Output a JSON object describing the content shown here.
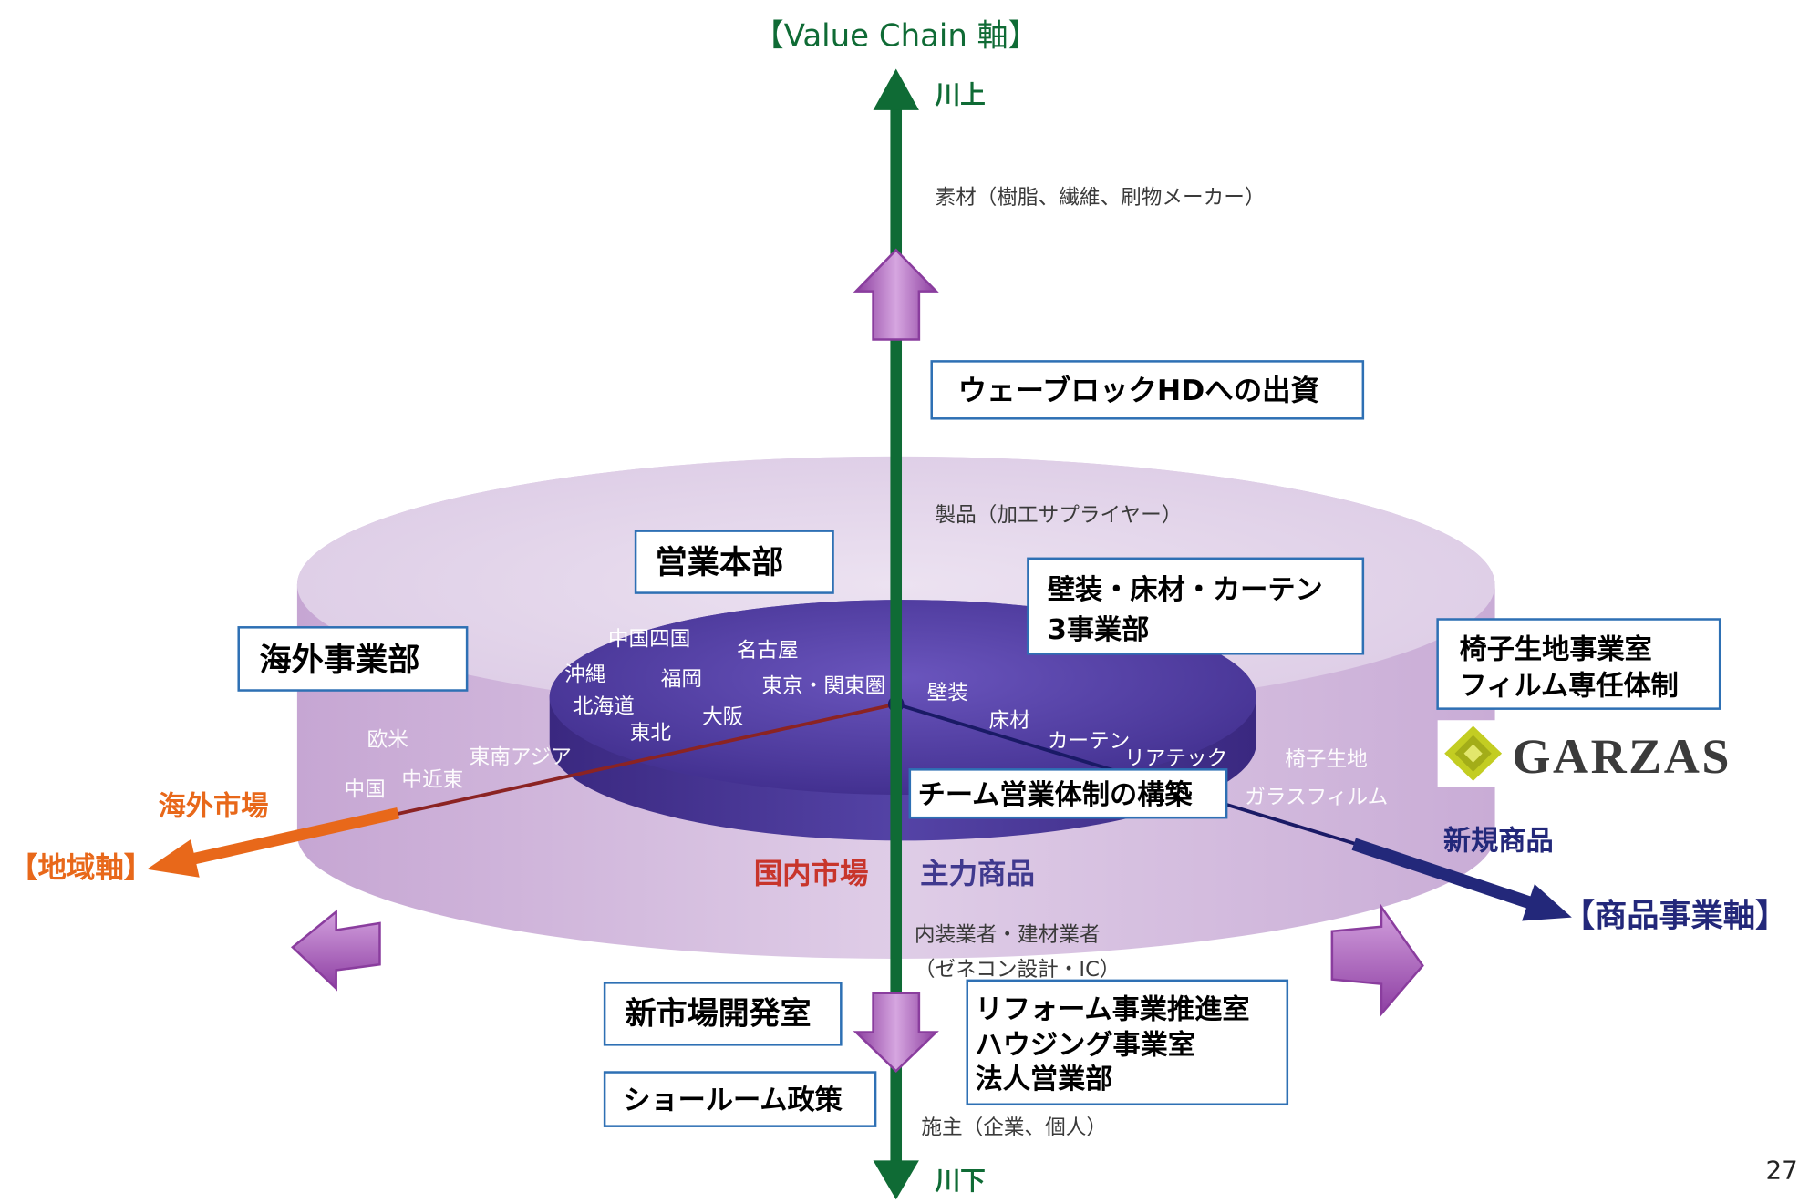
{
  "title": "【Value Chain 軸】",
  "value_chain_axis": {
    "upstream": "川上",
    "downstream": "川下",
    "materials": "素材（樹脂、繊維、刷物メーカー）",
    "products": "製品（加工サプライヤー）",
    "contractors": [
      "内装業者・建材業者",
      "（ゼネコン設計・IC）"
    ],
    "owners": "施主（企業、個人）"
  },
  "region_axis": {
    "name": "【地域軸】",
    "overseas_label": "海外市場",
    "domestic_label": "国内市場",
    "domestic_regions": [
      "中国四国",
      "名古屋",
      "沖縄",
      "福岡",
      "東京・関東圏",
      "北海道",
      "大阪",
      "東北"
    ],
    "overseas_regions": [
      "欧米",
      "東南アジア",
      "中国",
      "中近東"
    ]
  },
  "product_axis": {
    "name": "【商品事業軸】",
    "core_label": "主力商品",
    "new_label": "新規商品",
    "core_products": [
      "壁装",
      "床材",
      "カーテン",
      "リアテック"
    ],
    "new_products": [
      "椅子生地",
      "ガラスフィルム"
    ]
  },
  "initiatives": {
    "investment": "ウェーブロックHDへの出資",
    "sales_headquarters": "営業本部",
    "product_divisions": [
      "壁装・床材・カーテン",
      "3事業部"
    ],
    "overseas_division": "海外事業部",
    "new_product_units": [
      "椅子生地事業室",
      "フィルム専任体制"
    ],
    "team_sales": "チーム営業体制の構築",
    "new_market_dev": "新市場開発室",
    "downstream_units": [
      "リフォーム事業推進室",
      "ハウジング事業室",
      "法人営業部"
    ],
    "showroom": "ショールーム政策"
  },
  "brand_logo": {
    "name": "GARZAS",
    "icon": "garzas-diamond-icon"
  },
  "page_number": "27",
  "colors": {
    "value_chain_green": "#0f6b35",
    "region_orange": "#e8681a",
    "region_line": "#8b2323",
    "domestic_red": "#c8352b",
    "product_navy": "#23287a",
    "product_line": "#1a1a66",
    "core_product_purple": "#40398e",
    "box_border": "#2e70b4",
    "arrow_purple": "#8a3d9e",
    "logo_green": "#c3cd22"
  }
}
